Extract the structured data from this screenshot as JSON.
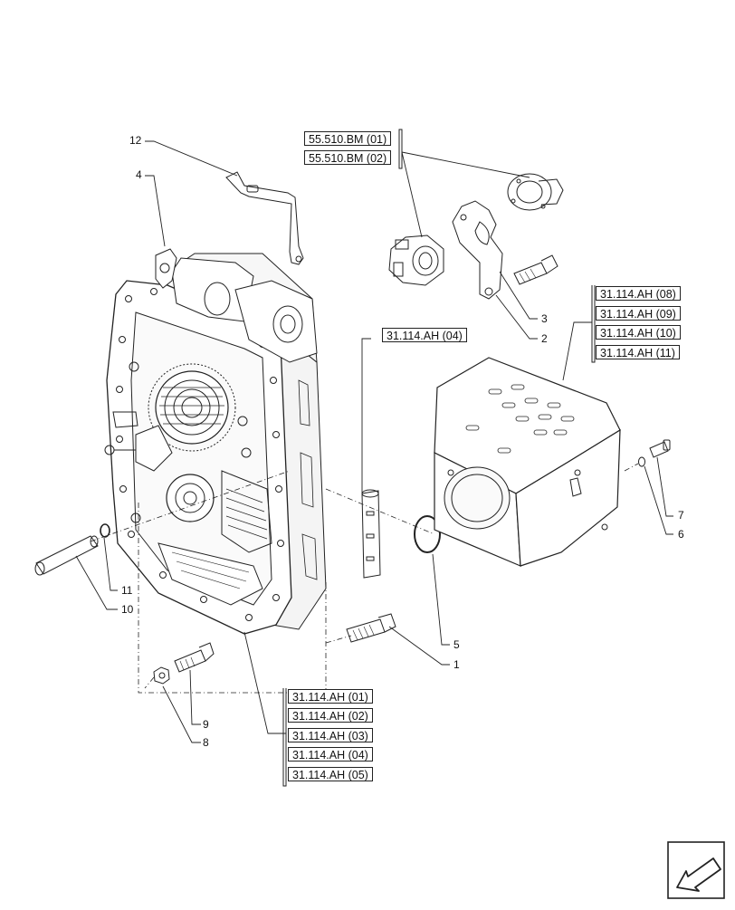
{
  "callouts": [
    "1",
    "2",
    "3",
    "4",
    "5",
    "6",
    "7",
    "8",
    "9",
    "10",
    "11",
    "12"
  ],
  "reference_groups": {
    "top_bm": [
      "55.510.BM (01)",
      "55.510.BM (02)"
    ],
    "mid_ah04": [
      "31.114.AH (04)"
    ],
    "right_ah": [
      "31.114.AH (08)",
      "31.114.AH (09)",
      "31.114.AH (10)",
      "31.114.AH (11)"
    ],
    "bottom_ah": [
      "31.114.AH (01)",
      "31.114.AH (02)",
      "31.114.AH (03)",
      "31.114.AH (04)",
      "31.114.AH (05)"
    ]
  },
  "icons": {
    "nav": "arrow-left-down-icon"
  }
}
